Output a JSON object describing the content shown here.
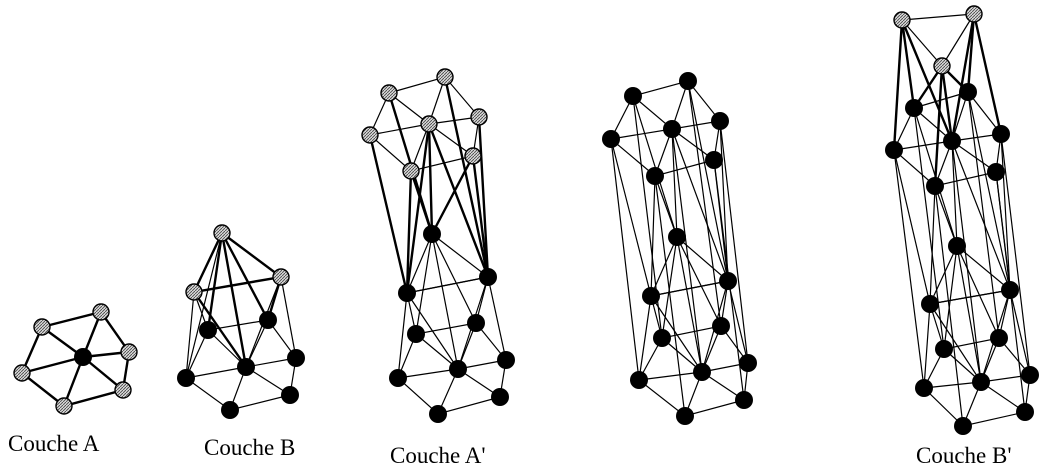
{
  "labels": {
    "couche_a": "Couche A",
    "couche_b": "Couche B",
    "couche_a_prime": "Couche A'",
    "couche_b_prime": "Couche B'"
  },
  "colors": {
    "ink": "#000000",
    "background": "#ffffff",
    "hatched_atom_fill": "#bdbdbd"
  }
}
